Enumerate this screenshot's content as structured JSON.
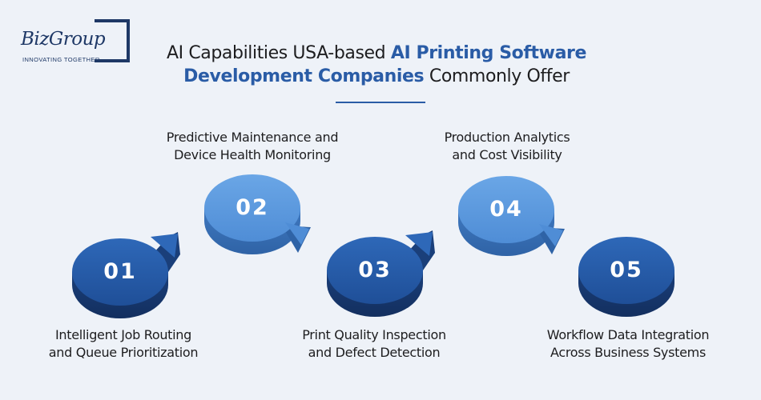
{
  "logo": {
    "word": "BizGroup",
    "tagline": "INNOVATING TOGETHER"
  },
  "title": {
    "part1": "AI Capabilities USA-based ",
    "highlight": "AI Printing Software Development Companies",
    "part2": " Commonly Offer"
  },
  "colors": {
    "dark_disc": "#2459a7",
    "light_disc": "#5b99de",
    "highlight": "#2a5ca6",
    "background": "#eef2f8"
  },
  "steps": [
    {
      "number": "01",
      "label_line1": "Intelligent Job Routing",
      "label_line2": "and Queue Prioritization"
    },
    {
      "number": "02",
      "label_line1": "Predictive Maintenance and",
      "label_line2": "Device Health Monitoring"
    },
    {
      "number": "03",
      "label_line1": "Print Quality Inspection",
      "label_line2": "and Defect Detection"
    },
    {
      "number": "04",
      "label_line1": "Production Analytics",
      "label_line2": "and Cost Visibility"
    },
    {
      "number": "05",
      "label_line1": "Workflow Data Integration",
      "label_line2": "Across Business Systems"
    }
  ]
}
